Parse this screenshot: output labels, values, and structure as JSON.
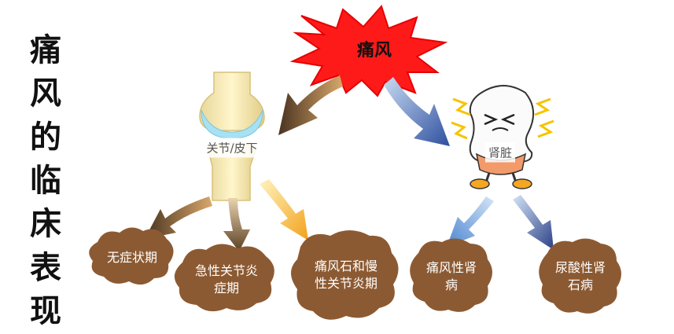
{
  "title_chars": [
    "痛",
    "风",
    "的",
    "临",
    "床",
    "表",
    "现"
  ],
  "center": {
    "label": "痛风"
  },
  "organs": {
    "joint": {
      "label": "关节/皮下"
    },
    "kidney": {
      "label": "肾脏"
    }
  },
  "outcomes": [
    {
      "lines": [
        "无症状期"
      ]
    },
    {
      "lines": [
        "急性关节炎",
        "症期"
      ]
    },
    {
      "lines": [
        "痛风石和慢",
        "性关节炎期"
      ]
    },
    {
      "lines": [
        "痛风性肾",
        "病"
      ]
    },
    {
      "lines": [
        "尿酸性肾",
        "石病"
      ]
    }
  ],
  "colors": {
    "blob": "#8c5a32",
    "burst": "#ff1a1a",
    "burst_outline": "#e60000",
    "arrow_gold": "#f5a623",
    "arrow_brown": "#6b4a2a",
    "arrow_blue": "#5b8fd0",
    "arrow_navy": "#3b4f8c"
  }
}
